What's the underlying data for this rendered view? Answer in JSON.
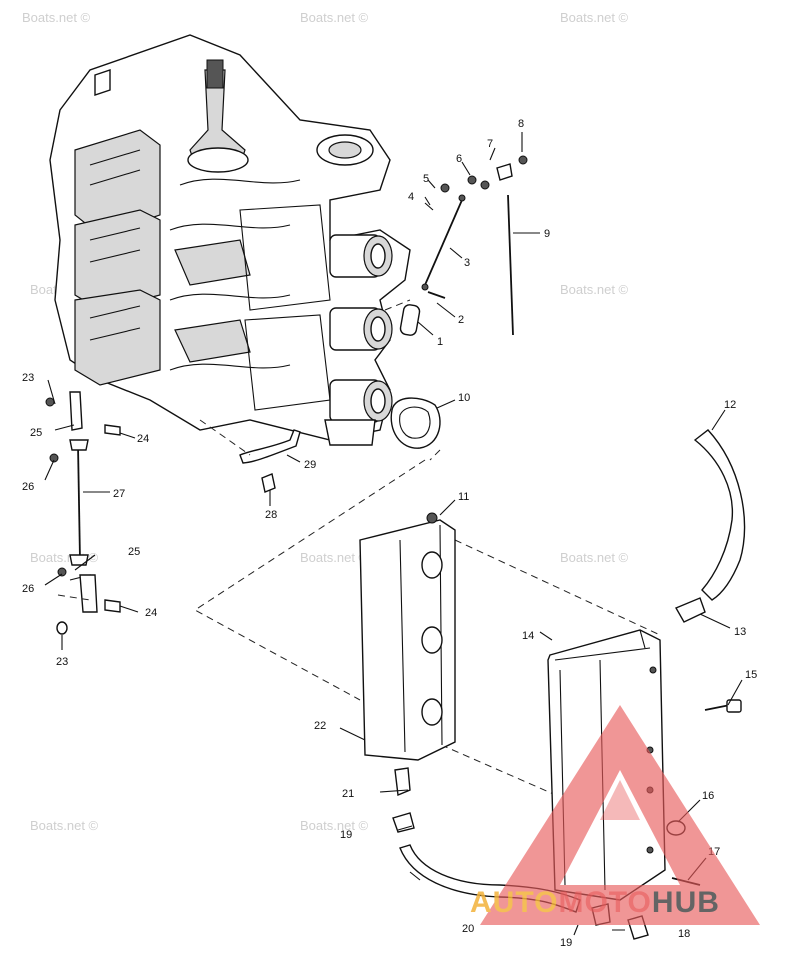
{
  "watermark_text": "Boats.net ©",
  "brand": {
    "part1": "AUTO",
    "part2": "MOTO",
    "part3": "HUB",
    "color1": "#f3b23a",
    "color2": "#e85b5b",
    "color3": "#4a4a4a"
  },
  "callouts": [
    "1",
    "2",
    "3",
    "4",
    "5",
    "6",
    "7",
    "8",
    "9",
    "10",
    "11",
    "12",
    "13",
    "14",
    "15",
    "16",
    "17",
    "18",
    "19",
    "20",
    "21",
    "22",
    "23",
    "24",
    "25",
    "26",
    "27",
    "28",
    "29"
  ],
  "callouts_repeat": {
    "r23": "23",
    "r24": "24",
    "r25": "25",
    "r26": "26",
    "r19": "19"
  }
}
